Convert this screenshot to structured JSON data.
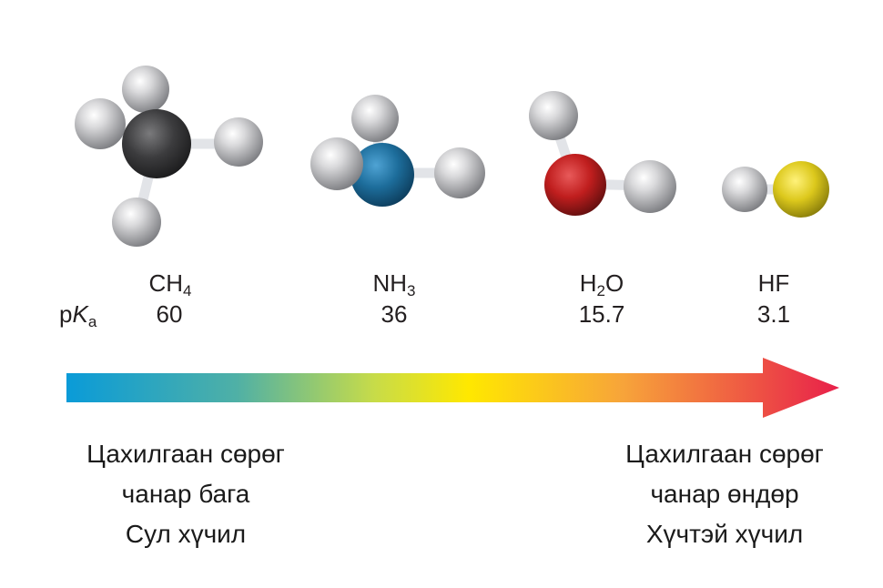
{
  "molecules": [
    {
      "formula": "CH",
      "sub": "4",
      "pka": "60"
    },
    {
      "formula": "NH",
      "sub": "3",
      "pka": "36"
    },
    {
      "formula_pre": "H",
      "sub": "2",
      "formula_post": "O",
      "pka": "15.7"
    },
    {
      "formula": "HF",
      "sub": "",
      "pka": "3.1"
    }
  ],
  "pka_label": {
    "p": "p",
    "k": "K",
    "sub": "a"
  },
  "arrow": {
    "gradient_colors": [
      "#0a9bd8",
      "#4fb0a6",
      "#c8dc48",
      "#ffe800",
      "#f7a43a",
      "#e8204a"
    ]
  },
  "left_caption": {
    "line1": "Цахилгаан сөрөг",
    "line2": "чанар бага",
    "line3": "Сул хүчил"
  },
  "right_caption": {
    "line1": "Цахилгаан сөрөг",
    "line2": "чанар өндөр",
    "line3": "Хүчтэй хүчил"
  },
  "atom_colors": {
    "hydrogen": "#d6d6d8",
    "carbon": "#3d3d3f",
    "nitrogen": "#1f6e9c",
    "oxygen": "#c41f1f",
    "fluorine": "#e0cc20"
  }
}
